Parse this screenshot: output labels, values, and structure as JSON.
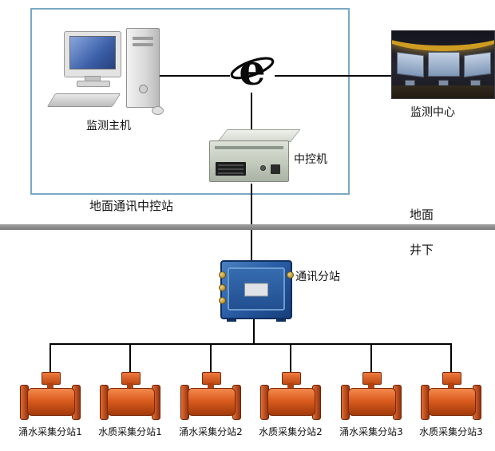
{
  "labels": {
    "ground_station": "地面通讯中控站",
    "host": "监测主机",
    "center": "监测中心",
    "control_machine": "中控机",
    "surface": "地面",
    "underground": "井下",
    "substation": "通讯分站"
  },
  "devices": [
    {
      "label": "涌水采集分站1"
    },
    {
      "label": "水质采集分站1"
    },
    {
      "label": "涌水采集分站2"
    },
    {
      "label": "水质采集分站2"
    },
    {
      "label": "涌水采集分站3"
    },
    {
      "label": "水质采集分站3"
    }
  ],
  "icons": {
    "network": "ie-logo",
    "host": "desktop-computer-icon",
    "center": "control-room-photo",
    "control_machine": "rack-server-icon",
    "substation": "junction-box-icon",
    "device": "flow-sensor-icon"
  },
  "colors": {
    "frame_border": "#7aa8c6",
    "divider_gray": "#8c8c8c",
    "line_black": "#000000",
    "device_orange": "#d85a1e",
    "substation_blue": "#2a5ea6",
    "screen_blue": "#3b5fa8",
    "logo_black": "#0a0a0a"
  }
}
